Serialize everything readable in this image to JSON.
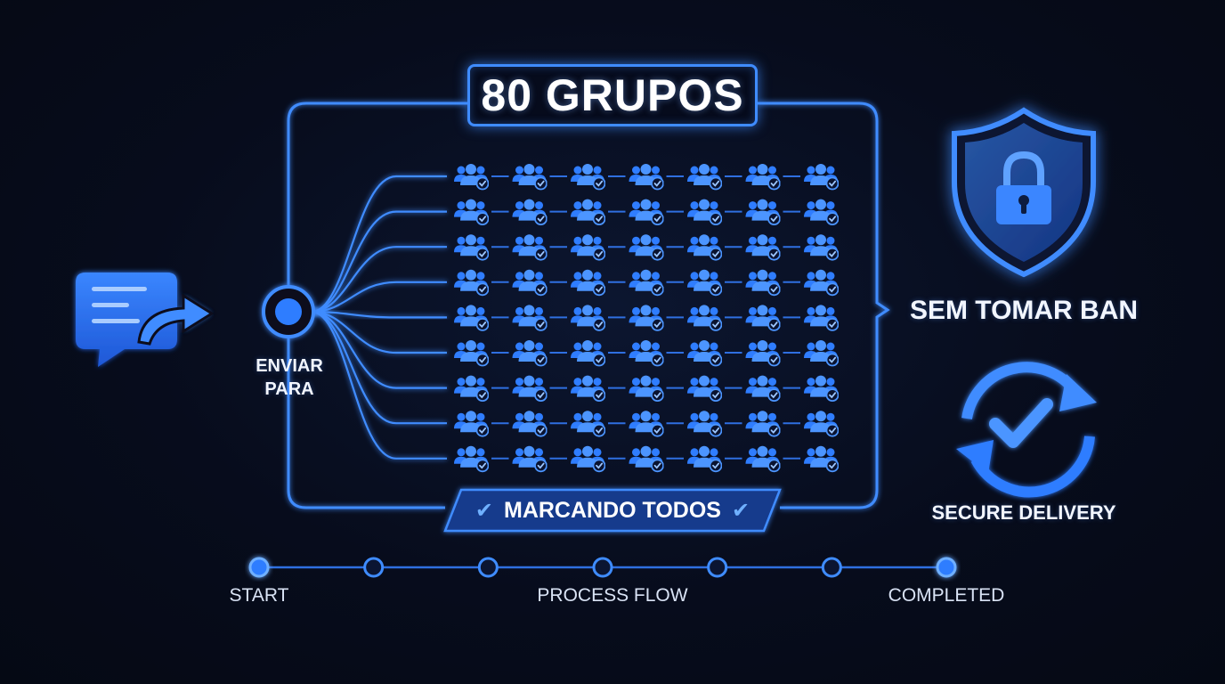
{
  "title": "80 GRUPOS",
  "send_label": [
    "ENVIAR",
    "PARA"
  ],
  "banner_label": "MARCANDO TODOS",
  "shield_label": "SEM TOMAR BAN",
  "delivery_label": "SECURE DELIVERY",
  "grid": {
    "rows": 9,
    "cols": 7
  },
  "flow": {
    "steps": 7,
    "labels": {
      "start": "START",
      "middle": "PROCESS FLOW",
      "end": "COMPLETED"
    }
  },
  "icons": {
    "message": "chat-forward-icon",
    "hub": "send-node-icon",
    "group": "group-check-icon",
    "shield": "shield-lock-icon",
    "delivery": "refresh-check-icon"
  },
  "colors": {
    "background": "#070c1c",
    "accent": "#3f8cff",
    "icon_blue": "#2f7dff",
    "text": "#ffffff"
  }
}
